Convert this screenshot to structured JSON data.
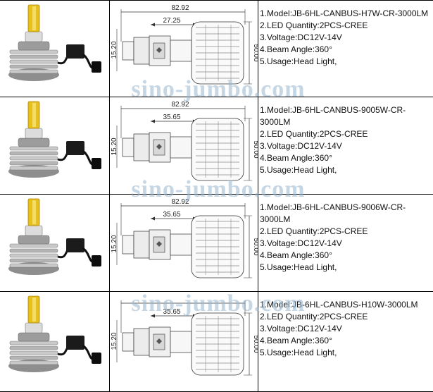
{
  "watermark": "sino-jumbo.com",
  "colors": {
    "led_chip": "#e8c01c",
    "body_silver": "#c9c9c9",
    "cable": "#111111",
    "watermark": "#96b4cd"
  },
  "products": [
    {
      "dims": {
        "length": "82.92",
        "stem": "27.25",
        "base": "15.20",
        "height": "50.00"
      },
      "specs": [
        "1.Model:JB-6HL-CANBUS-H7W-CR-3000LM",
        "2.LED Quantity:2PCS-CREE",
        "3.Voltage:DC12V-14V",
        "4.Beam Angle:360°",
        "5.Usage:Head Light,"
      ]
    },
    {
      "dims": {
        "length": "82.92",
        "stem": "35.65",
        "base": "15.20",
        "height": "50.00"
      },
      "specs": [
        "1.Model:JB-6HL-CANBUS-9005W-CR-3000LM",
        "2.LED Quantity:2PCS-CREE",
        "3.Voltage:DC12V-14V",
        "4.Beam Angle:360°",
        "5.Usage:Head Light,"
      ]
    },
    {
      "dims": {
        "length": "82.92",
        "stem": "35.65",
        "base": "15.20",
        "height": "50.00"
      },
      "specs": [
        "1.Model:JB-6HL-CANBUS-9006W-CR-3000LM",
        "2.LED Quantity:2PCS-CREE",
        "3.Voltage:DC12V-14V",
        "4.Beam Angle:360°",
        "5.Usage:Head Light,"
      ]
    },
    {
      "dims": {
        "length": "",
        "stem": "35.65",
        "base": "15.20",
        "height": "50.00"
      },
      "specs": [
        "1.Model:JB-6HL-CANBUS-H10W-3000LM",
        "2.LED Quantity:2PCS-CREE",
        "3.Voltage:DC12V-14V",
        "4.Beam Angle:360°",
        "5.Usage:Head Light,"
      ]
    }
  ]
}
